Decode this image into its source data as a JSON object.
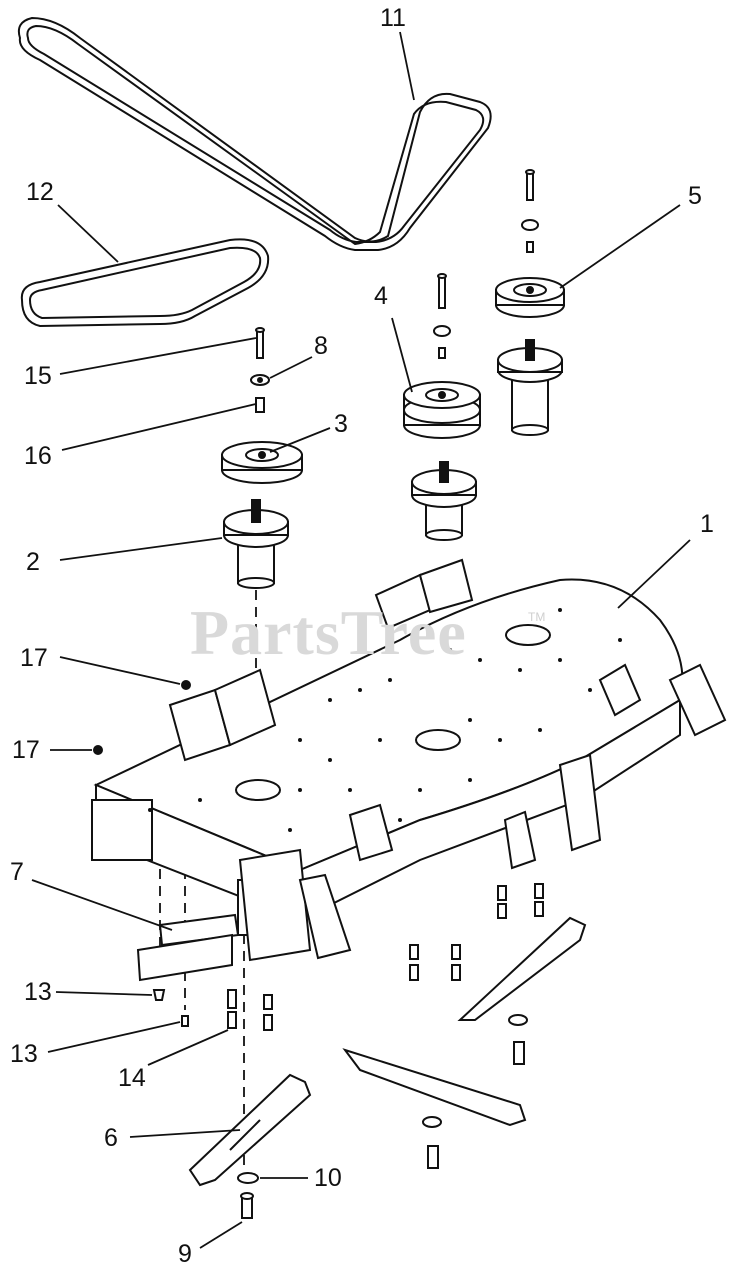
{
  "watermark": {
    "text": "PartsTree",
    "trademark": "TM"
  },
  "callouts": {
    "c1": "1",
    "c2": "2",
    "c3": "3",
    "c4": "4",
    "c5": "5",
    "c6": "6",
    "c7": "7",
    "c8": "8",
    "c9": "9",
    "c10": "10",
    "c11": "11",
    "c12": "12",
    "c13a": "13",
    "c13b": "13",
    "c14": "14",
    "c15": "15",
    "c16": "16",
    "c17a": "17",
    "c17b": "17"
  },
  "colors": {
    "ink": "#111111",
    "watermark": "#d9d9d9",
    "background": "#ffffff"
  }
}
